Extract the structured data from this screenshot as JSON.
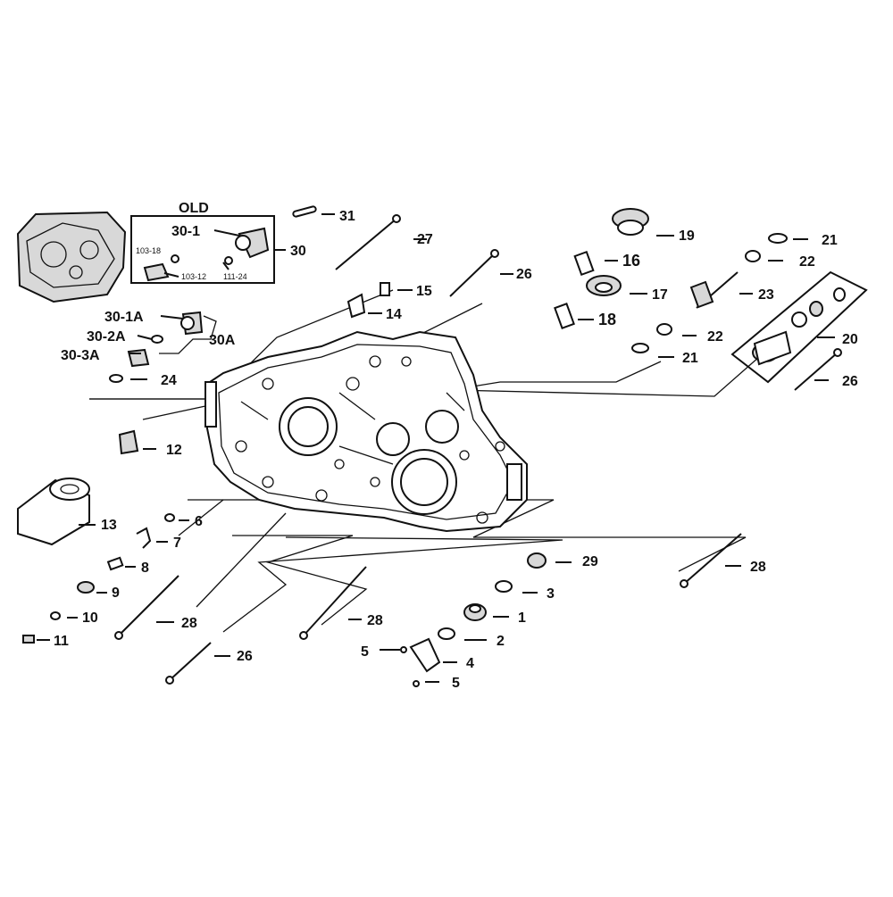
{
  "diagram": {
    "group_title": "OLD",
    "callouts": {
      "c31": "31",
      "c27": "27",
      "c26a": "26",
      "c15": "15",
      "c14": "14",
      "c19": "19",
      "c16": "16",
      "c17": "17",
      "c18": "18",
      "c21a": "21",
      "c22a": "22",
      "c23": "23",
      "c22b": "22",
      "c21b": "21",
      "c20": "20",
      "c26b": "26",
      "c30": "30",
      "c30_1": "30-1",
      "c103_18": "103-18",
      "c103_12": "103-12",
      "c111_24": "111-24",
      "c30_1a": "30-1A",
      "c30_2a": "30-2A",
      "c30_3a": "30-3A",
      "c30a": "30A",
      "c24": "24",
      "c12": "12",
      "c13": "13",
      "c6": "6",
      "c7": "7",
      "c8": "8",
      "c9": "9",
      "c10": "10",
      "c11": "11",
      "c28a": "28",
      "c26c": "26",
      "c28b": "28",
      "c29": "29",
      "c3": "3",
      "c1": "1",
      "c2": "2",
      "c5a": "5",
      "c4": "4",
      "c5b": "5",
      "c28c": "28"
    }
  }
}
